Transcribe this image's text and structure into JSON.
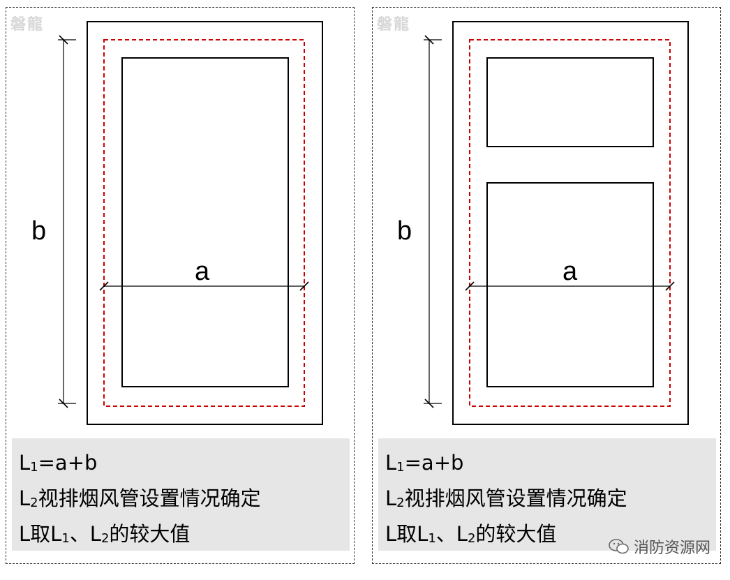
{
  "watermark": "磐龍",
  "dimension_labels": {
    "a": "a",
    "b": "b"
  },
  "caption": {
    "line1": {
      "prefix": "L",
      "sub": "1",
      "rest": "=a+b"
    },
    "line2": {
      "prefix": "L",
      "sub": "2",
      "rest": "视排烟风管设置情况确定"
    },
    "line3": {
      "part1": "L取L",
      "sub1": "1",
      "part2": "、L",
      "sub2": "2",
      "part3": "的较大值"
    }
  },
  "brand": {
    "text": "消防资源网",
    "icon": "wechat-icon"
  },
  "colors": {
    "dashed_outline": "#cc0000",
    "caption_bg": "#e6e6e6"
  }
}
